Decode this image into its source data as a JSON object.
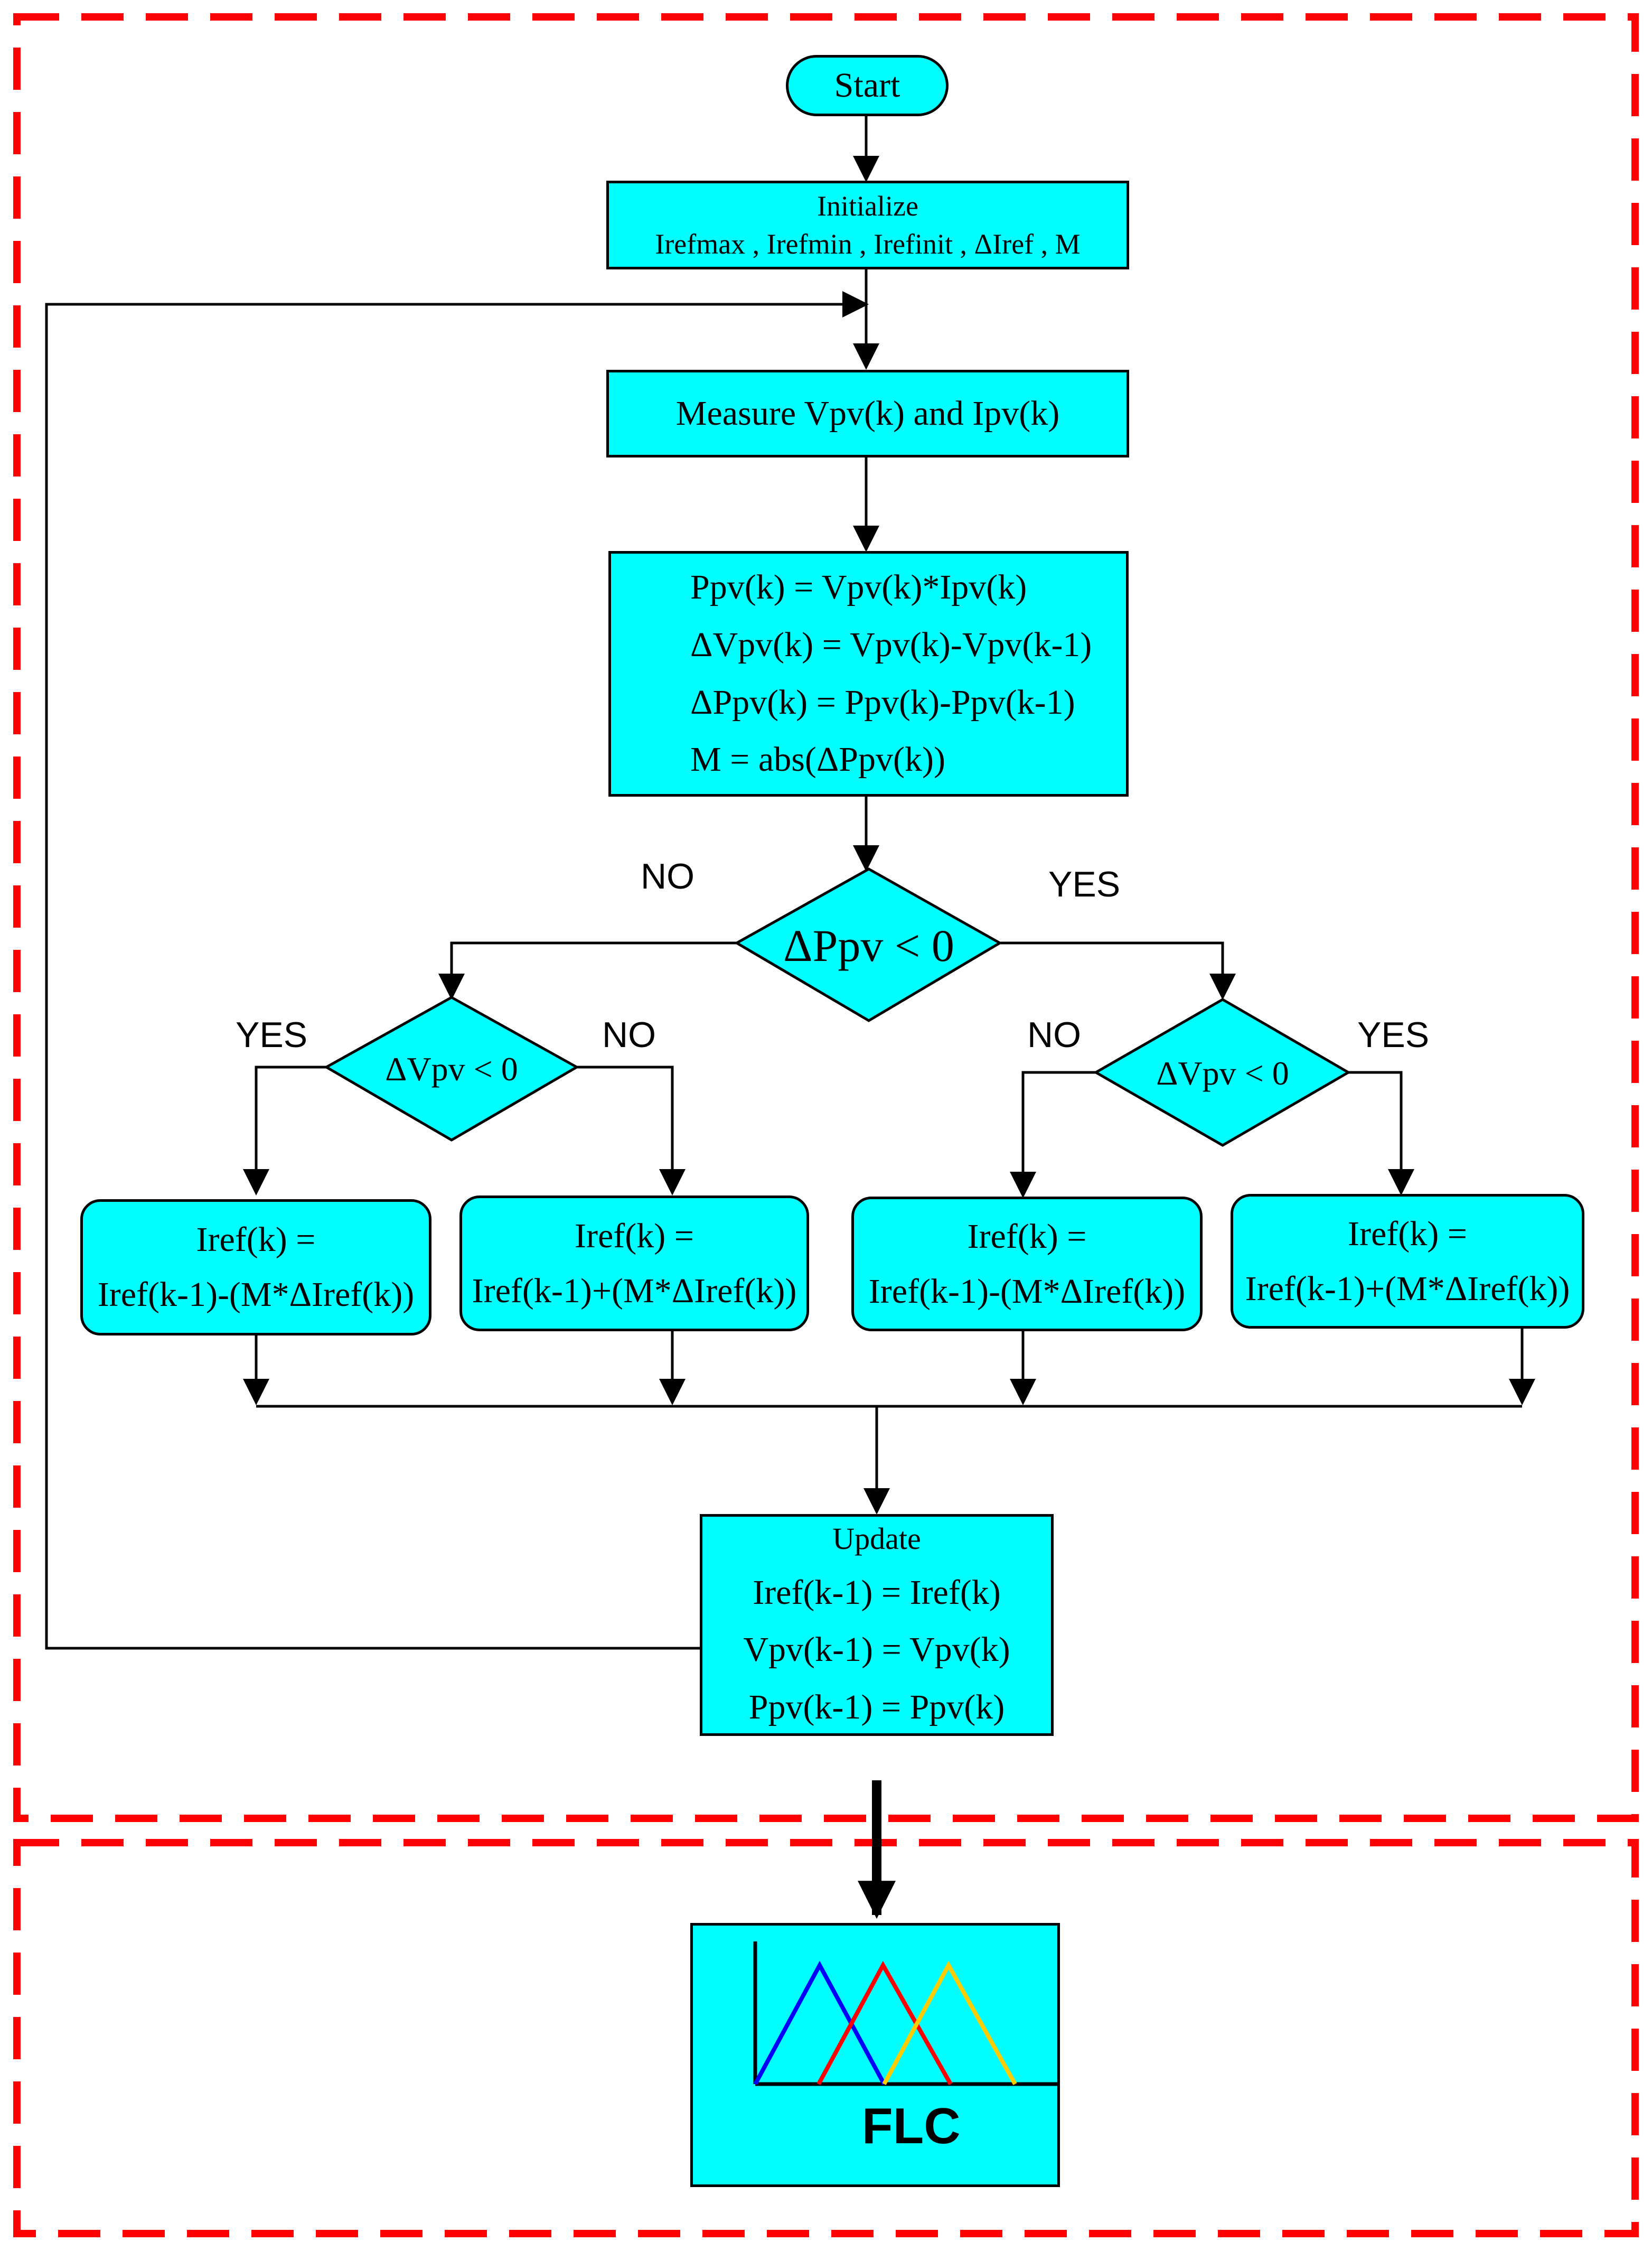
{
  "start": "Start",
  "initialize": {
    "title": "Initialize",
    "params": "Irefmax , Irefmin , Irefinit , ΔIref , M"
  },
  "measure": "Measure Vpv(k) and Ipv(k)",
  "compute": [
    "Ppv(k) = Vpv(k)*Ipv(k)",
    "ΔVpv(k) = Vpv(k)-Vpv(k-1)",
    "ΔPpv(k) = Ppv(k)-Ppv(k-1)",
    "M = abs(ΔPpv(k))"
  ],
  "decision_main": "ΔPpv < 0",
  "decision_left": "ΔVpv < 0",
  "decision_right": "ΔVpv < 0",
  "labels": {
    "main_no": "NO",
    "main_yes": "YES",
    "left_yes": "YES",
    "left_no": "NO",
    "right_no": "NO",
    "right_yes": "YES"
  },
  "actions": [
    {
      "line1": "Iref(k) =",
      "line2": "Iref(k-1)-(M*ΔIref(k))"
    },
    {
      "line1": "Iref(k) =",
      "line2": "Iref(k-1)+(M*ΔIref(k))"
    },
    {
      "line1": "Iref(k) =",
      "line2": "Iref(k-1)-(M*ΔIref(k))"
    },
    {
      "line1": "Iref(k) =",
      "line2": "Iref(k-1)+(M*ΔIref(k))"
    }
  ],
  "update": {
    "title": "Update",
    "lines": [
      "Iref(k-1) = Iref(k)",
      "Vpv(k-1) = Vpv(k)",
      "Ppv(k-1) = Ppv(k)"
    ]
  },
  "flc": {
    "label": "FLC",
    "colors": {
      "first": "#0000FF",
      "second": "#FF0000",
      "third": "#FFCC00"
    }
  },
  "colors": {
    "box_fill": "#00FFFF",
    "dashed_border": "#FF0000"
  }
}
